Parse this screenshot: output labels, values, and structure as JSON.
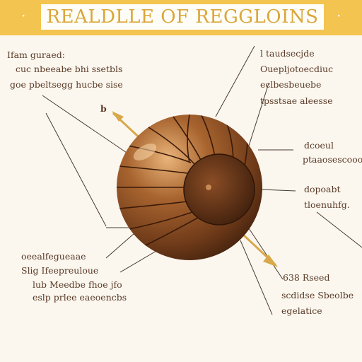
{
  "banner": {
    "title": "REALDLLE OF REGGLOINS",
    "left_mark": "·",
    "right_mark": "·"
  },
  "labels": {
    "top_left": [
      "Ifam guraed:",
      "cuc nbeeabe bhi ssetbls",
      "goe pbeltsegg hucbe sise"
    ],
    "top_right": [
      "l taudsecjde",
      "Ouepljotoecdiuc",
      "eclbesbeuebe",
      "tpsstsae aleesse"
    ],
    "mid_right_1": [
      "dcoeul",
      "ptaaosescooo"
    ],
    "mid_right_2": [
      "dopoabt",
      "tloenuhfg."
    ],
    "bottom_left": [
      "oeealfegueaae",
      "Slig Ifeepreuloue",
      "lub Meedbe fhoe jfo",
      "eslp prlee eaeoencbs"
    ],
    "bottom_right": [
      "638 Rseed",
      "scdidse Sbeolbe",
      "egelatice"
    ],
    "marker": "b"
  },
  "colors": {
    "banner": "#f3c44f",
    "banner_text": "#d9a73a",
    "sphere_dark": "#5a2e14",
    "sphere_mid": "#8a4d25",
    "sphere_light": "#e0a86b",
    "arrow": "#d8a84a",
    "text": "#5a3a26",
    "leader": "#4a3a30"
  }
}
